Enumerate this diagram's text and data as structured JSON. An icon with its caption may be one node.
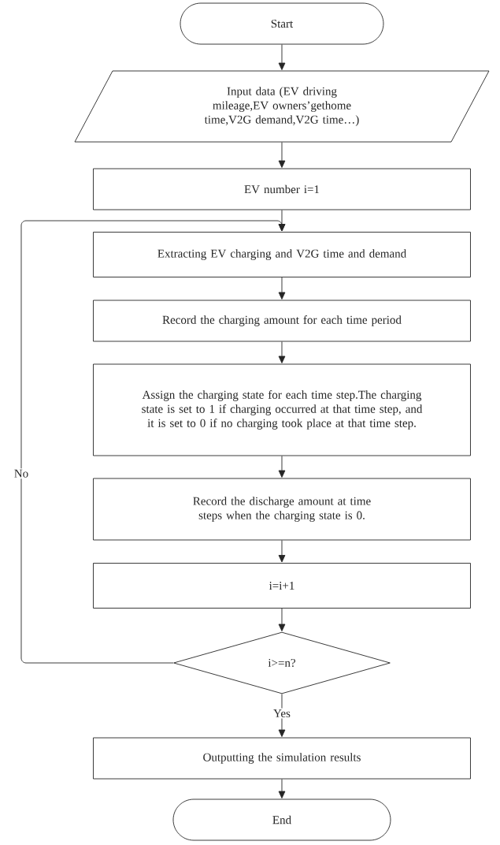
{
  "diagram": {
    "nodes": [
      {
        "text": [
          "Start"
        ]
      },
      {
        "text": [
          "Input data (EV driving mileage,EV owners’gethome time,V2G demand,V2G time…)"
        ]
      },
      {
        "text": [
          "EV number i=1"
        ]
      },
      {
        "text": [
          "Extracting EV charging and V2G time and demand"
        ]
      },
      {
        "text": [
          "Record the charging amount for each time period"
        ]
      },
      {
        "text": [
          "Assign the charging state for each time step.The charging state is set to 1 if charging occurred at that time step, and it is set to 0 if no charging took place at that time step."
        ]
      },
      {
        "text": [
          "Record the discharge amount at time steps when the charging state is 0."
        ]
      },
      {
        "text": [
          "i=i+1"
        ]
      },
      {
        "text": [
          "i>=n?"
        ]
      },
      {
        "text": [
          "Outputting the simulation results"
        ]
      },
      {
        "text": [
          "End"
        ]
      }
    ],
    "edges": [
      {
        "from": 0,
        "to": 1,
        "arrow": "to"
      },
      {
        "from": 1,
        "to": 2,
        "arrow": "to"
      },
      {
        "from": 2,
        "to": 3,
        "arrow": "to"
      },
      {
        "from": 3,
        "to": 4,
        "arrow": "to"
      },
      {
        "from": 4,
        "to": 5,
        "arrow": "to"
      },
      {
        "from": 5,
        "to": 6,
        "arrow": "to"
      },
      {
        "from": 6,
        "to": 7,
        "arrow": "to"
      },
      {
        "from": 7,
        "to": 8,
        "arrow": "to"
      },
      {
        "from": 8,
        "to": 3,
        "arrow": "to",
        "label": "No"
      },
      {
        "from": 8,
        "to": 9,
        "arrow": "to",
        "label": "Yes"
      },
      {
        "from": 9,
        "to": 10,
        "arrow": "to"
      }
    ]
  }
}
